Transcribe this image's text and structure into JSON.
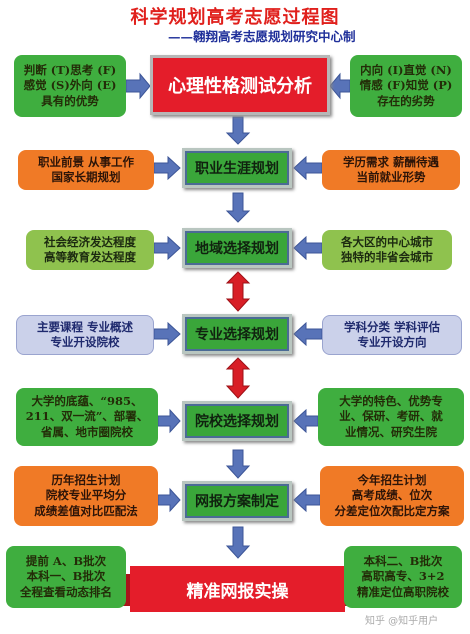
{
  "header": {
    "title": "科学规划高考志愿过程图",
    "subtitle": "——翱翔高考志愿规划研究中心制"
  },
  "center_steps": [
    "心理性格测试分析",
    "职业生涯规划",
    "地域选择规划",
    "专业选择规划",
    "院校选择规划",
    "网报方案制定",
    "精准网报实操"
  ],
  "left_notes": [
    [
      "判断 (T)思考 (F)",
      "感觉 (S)外向 (E)",
      "具有的优势"
    ],
    [
      "职业前景  从事工作",
      "国家长期规划"
    ],
    [
      "社会经济发达程度",
      "高等教育发达程度"
    ],
    [
      "主要课程  专业概述",
      "专业开设院校"
    ],
    [
      "大学的底蕴、“985、",
      "211、双一流”、部署、",
      "省属、地市圈院校"
    ],
    [
      "历年招生计划",
      "院校专业平均分",
      "成绩差值对比匹配法"
    ],
    [
      "提前 A、B批次",
      "本科一、B批次",
      "全程查看动态排名"
    ]
  ],
  "right_notes": [
    [
      "内向 (I)直觉 (N)",
      "情感 (F)知觉 (P)",
      "存在的劣势"
    ],
    [
      "学历需求  薪酬待遇",
      "当前就业形势"
    ],
    [
      "各大区的中心城市",
      "独特的非省会城市"
    ],
    [
      "学科分类  学科评估",
      "专业开设方向"
    ],
    [
      "大学的特色、优势专",
      "业、保研、考研、就",
      "业情况、研究生院"
    ],
    [
      "今年招生计划",
      "高考成绩、位次",
      "分差定位次配比定方案"
    ],
    [
      "本科二、B批次",
      "高职高专、3+2",
      "精准定位高职院校"
    ]
  ],
  "watermark": "知乎 @知乎用户",
  "colors": {
    "title": "#e0201c",
    "subtitle": "#1f2f9a",
    "red_box": "#e41d2a",
    "green_box": "#3aa63a",
    "arrow_blue": "#4f6fb5",
    "arrow_red": "#d81e26"
  }
}
